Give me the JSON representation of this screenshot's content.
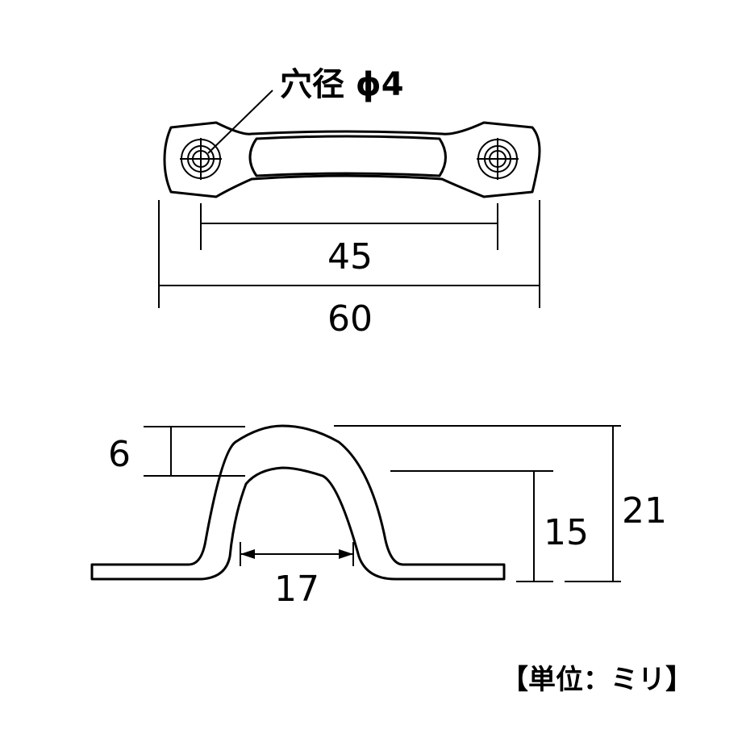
{
  "top_view": {
    "hole_note": "穴径 ϕ4",
    "dim_hole_spacing": "45",
    "dim_overall_length": "60"
  },
  "side_view": {
    "dim_thickness": "6",
    "dim_inner_height": "15",
    "dim_total_height": "21",
    "dim_inner_width": "17"
  },
  "unit_label": "【単位：ミリ】"
}
